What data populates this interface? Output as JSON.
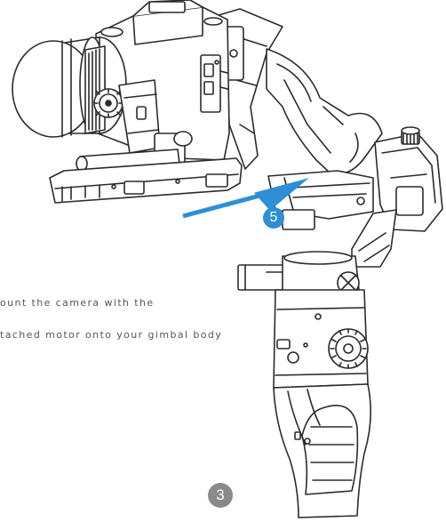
{
  "instructions": {
    "line1": "ount the camera with the",
    "line2": "tached motor onto your gimbal body"
  },
  "step_badge": {
    "number": "5",
    "color": "#2e8fd6"
  },
  "page_number": {
    "value": "3",
    "color": "#8a8a8a"
  },
  "colors": {
    "line_art": "#2b2b2b",
    "arrow": "#2e8fd6"
  },
  "icons": [
    "camera-with-lens",
    "follow-focus-motor",
    "gimbal-stabilizer",
    "mount-arrow"
  ]
}
